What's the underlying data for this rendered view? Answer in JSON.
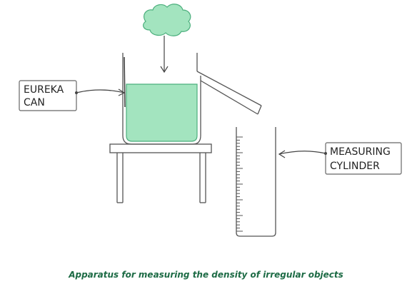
{
  "diagram": {
    "labels": {
      "eureka_can_line1": "EUREKA",
      "eureka_can_line2": "CAN",
      "measuring_cylinder_line1": "MEASURING",
      "measuring_cylinder_line2": "CYLINDER"
    },
    "caption": "Apparatus for measuring the density of irregular objects",
    "colors": {
      "water": "#a3e4bf",
      "water_stroke": "#4caf7d",
      "object": "#a3e4bf",
      "outline": "#555555",
      "caption": "#1d6b45"
    }
  }
}
